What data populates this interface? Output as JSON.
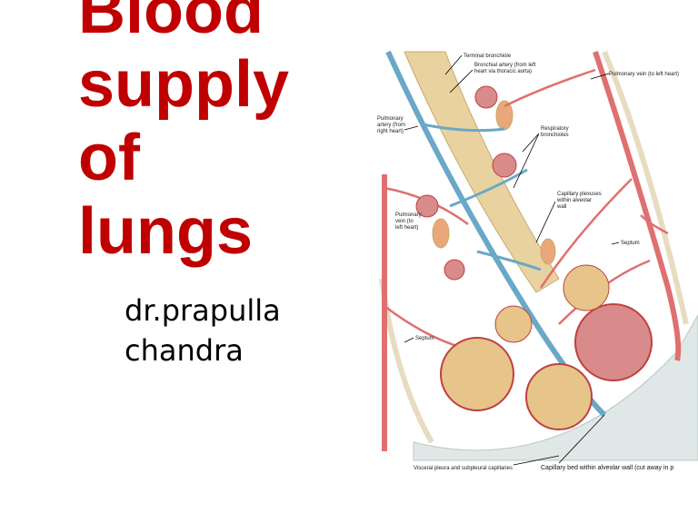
{
  "slide": {
    "title_lines": [
      "Blood",
      "supply",
      "of",
      "lungs"
    ],
    "author_lines": [
      "dr.prapulla",
      "chandra"
    ],
    "title_color": "#c00000"
  },
  "figure": {
    "labels": {
      "terminal_bronchiole": "Terminal bronchiole",
      "bronchial_artery_1": "Bronchial artery (from left",
      "bronchial_artery_2": "heart via thoracic aorta)",
      "pulmonary_vein_top": "Pulmonary vein (to left heart)",
      "pulmonary_artery_1": "Pulmonary",
      "pulmonary_artery_2": "artery (from",
      "pulmonary_artery_3": "right heart)",
      "respiratory_bronchioles_1": "Respiratory",
      "respiratory_bronchioles_2": "bronchioles",
      "capillary_plexuses_1": "Capillary plexuses",
      "capillary_plexuses_2": "within alveolar",
      "capillary_plexuses_3": "wall",
      "pulmonary_vein_left_1": "Pulmonary",
      "pulmonary_vein_left_2": "vein (to",
      "pulmonary_vein_left_3": "left heart)",
      "septum_right": "Septum",
      "septum_left": "Septum",
      "visceral_pleura": "Visceral pleura and subpleural capillaries",
      "capillary_bed": "Capillary bed within alveolar wall (cut away in p"
    },
    "colors": {
      "artery": "#e07070",
      "pulmonary_artery": "#6aa8c8",
      "bronchus": "#e8d2a0",
      "pleura": "#dfe8e6"
    }
  }
}
